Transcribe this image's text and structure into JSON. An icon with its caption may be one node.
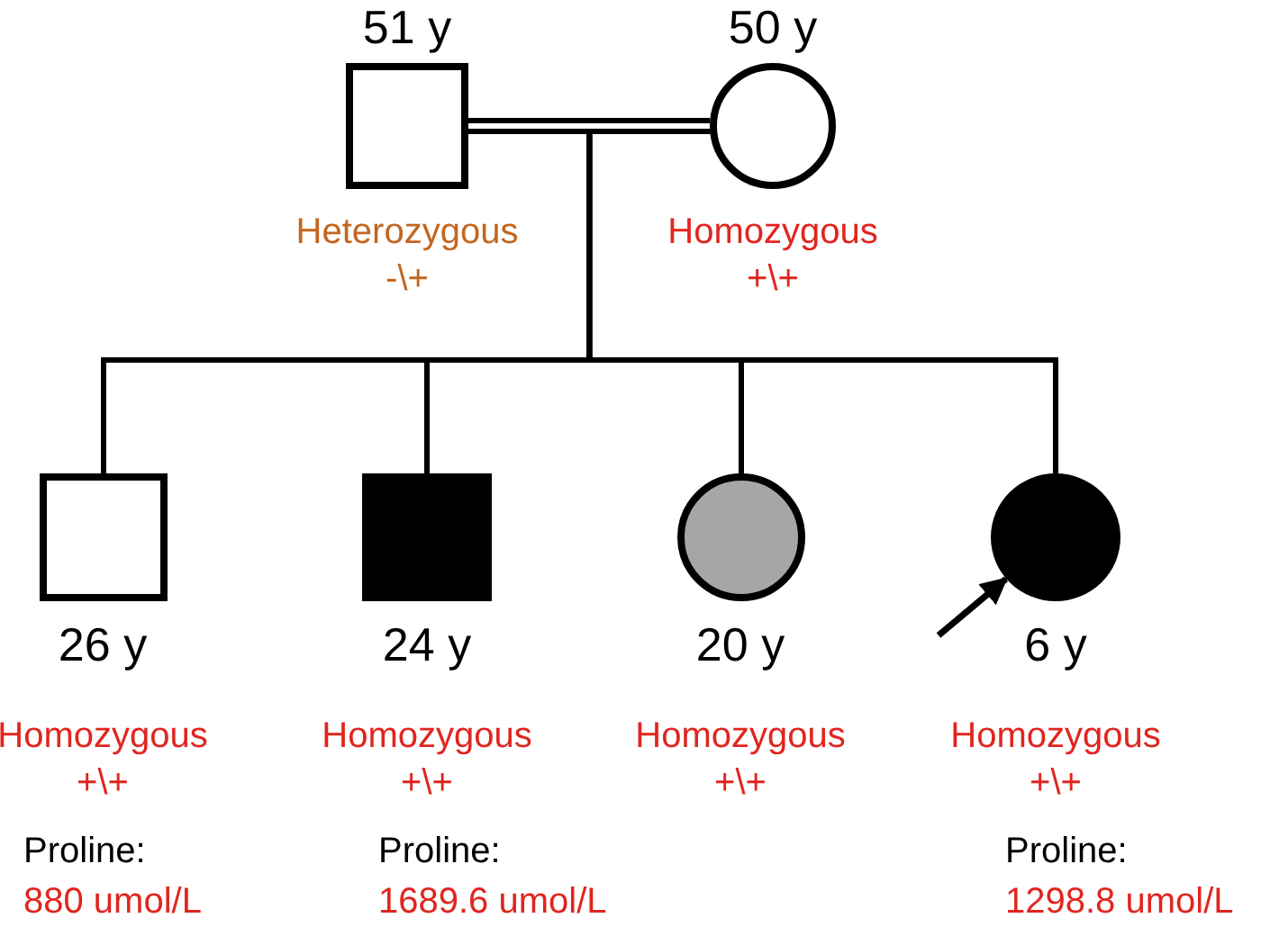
{
  "diagram": {
    "nodes": [
      {
        "text": [],
        "shape": "box",
        "beside": [
          "51 y",
          "Heterozygous -\\+"
        ]
      },
      {
        "text": [],
        "shape": "circle",
        "beside": [
          "50 y",
          "Homozygous +\\+"
        ]
      },
      {
        "text": [],
        "shape": "box",
        "beside": [
          "26 y",
          "Homozygous +\\+",
          "Proline:",
          "880 umol/L"
        ]
      },
      {
        "text": [],
        "shape": "box",
        "beside": [
          "24 y",
          "Homozygous +\\+",
          "Proline:",
          "1689.6 umol/L"
        ]
      },
      {
        "text": [],
        "shape": "circle",
        "beside": [
          "20 y",
          "Homozygous +\\+"
        ]
      },
      {
        "text": [],
        "shape": "circle",
        "beside": [
          "6 y",
          "Homozygous +\\+",
          "Proline:",
          "1298.8 umol/L"
        ]
      }
    ],
    "edges": [
      {
        "from": 0,
        "to": 1,
        "arrow": "none"
      },
      {
        "from": 0,
        "to": 2,
        "arrow": "none"
      },
      {
        "from": 0,
        "to": 3,
        "arrow": "none"
      },
      {
        "from": 0,
        "to": 4,
        "arrow": "none"
      },
      {
        "from": 0,
        "to": 5,
        "arrow": "none"
      },
      {
        "from": 1,
        "to": 2,
        "arrow": "none"
      },
      {
        "from": 1,
        "to": 3,
        "arrow": "none"
      },
      {
        "from": 1,
        "to": 4,
        "arrow": "none"
      },
      {
        "from": 1,
        "to": 5,
        "arrow": "none"
      },
      {
        "from": null,
        "to": 5,
        "arrow": "to"
      }
    ]
  }
}
